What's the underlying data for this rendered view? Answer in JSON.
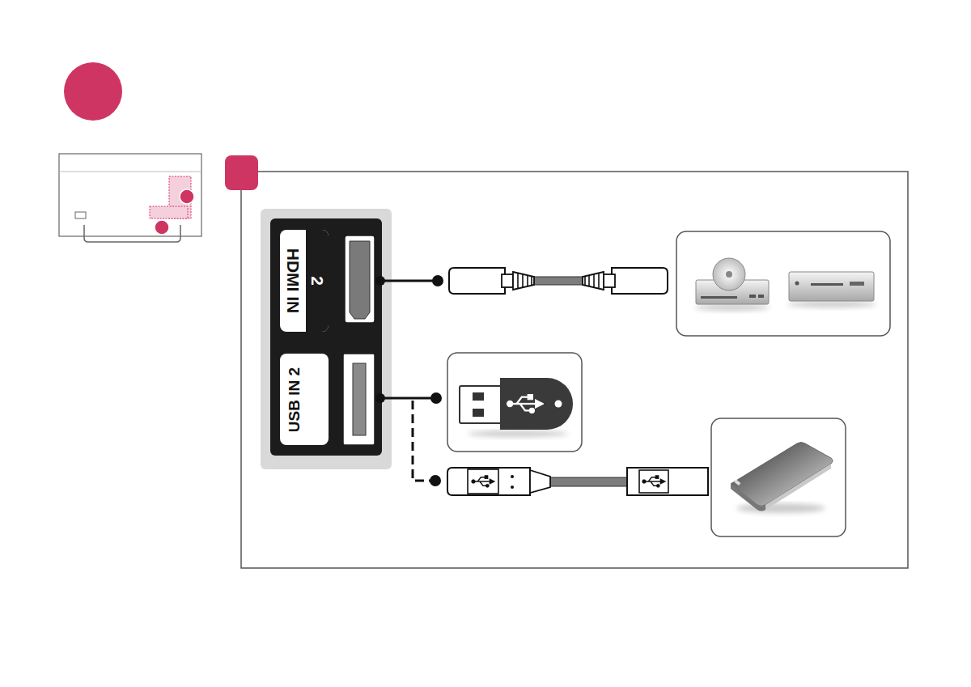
{
  "diagram": {
    "nodes": [
      {
        "text": [
          "HDMI IN",
          "2"
        ]
      },
      {
        "text": [
          "USB IN 2"
        ]
      }
    ]
  }
}
